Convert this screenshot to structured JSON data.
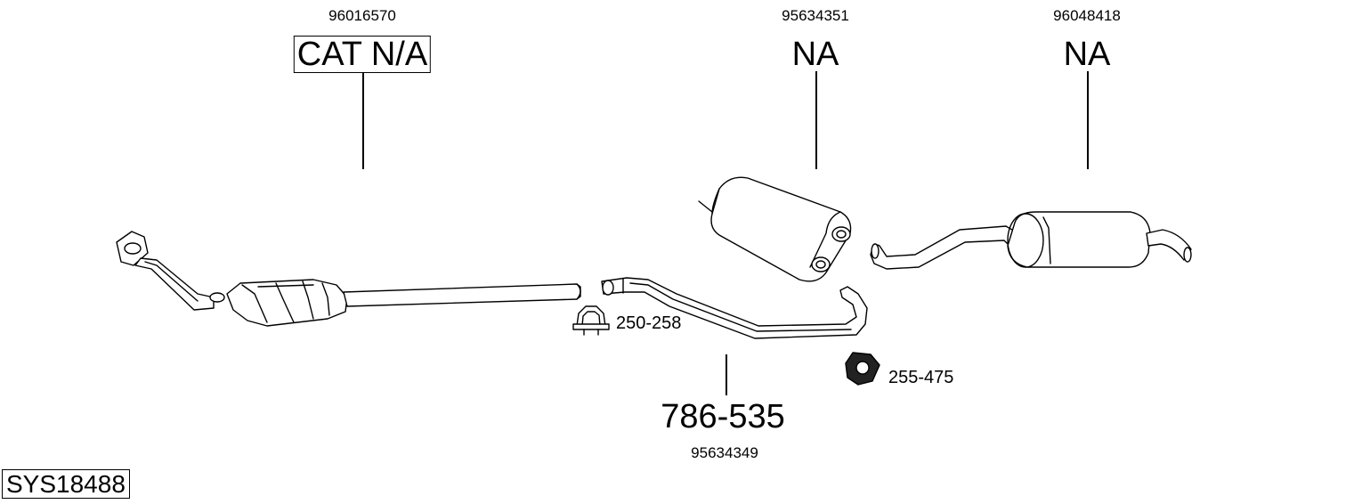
{
  "system_id": "SYS18488",
  "parts": {
    "catalyst": {
      "oe_number": "96016570",
      "label": "CAT N/A"
    },
    "middle_silencer": {
      "oe_number": "95634351",
      "label": "NA"
    },
    "rear_silencer": {
      "oe_number": "96048418",
      "label": "NA"
    },
    "intermediate_pipe": {
      "oe_number": "95634349",
      "label": "786-535"
    },
    "clamp": {
      "label": "250-258"
    },
    "rubber_mount": {
      "label": "255-475"
    }
  }
}
